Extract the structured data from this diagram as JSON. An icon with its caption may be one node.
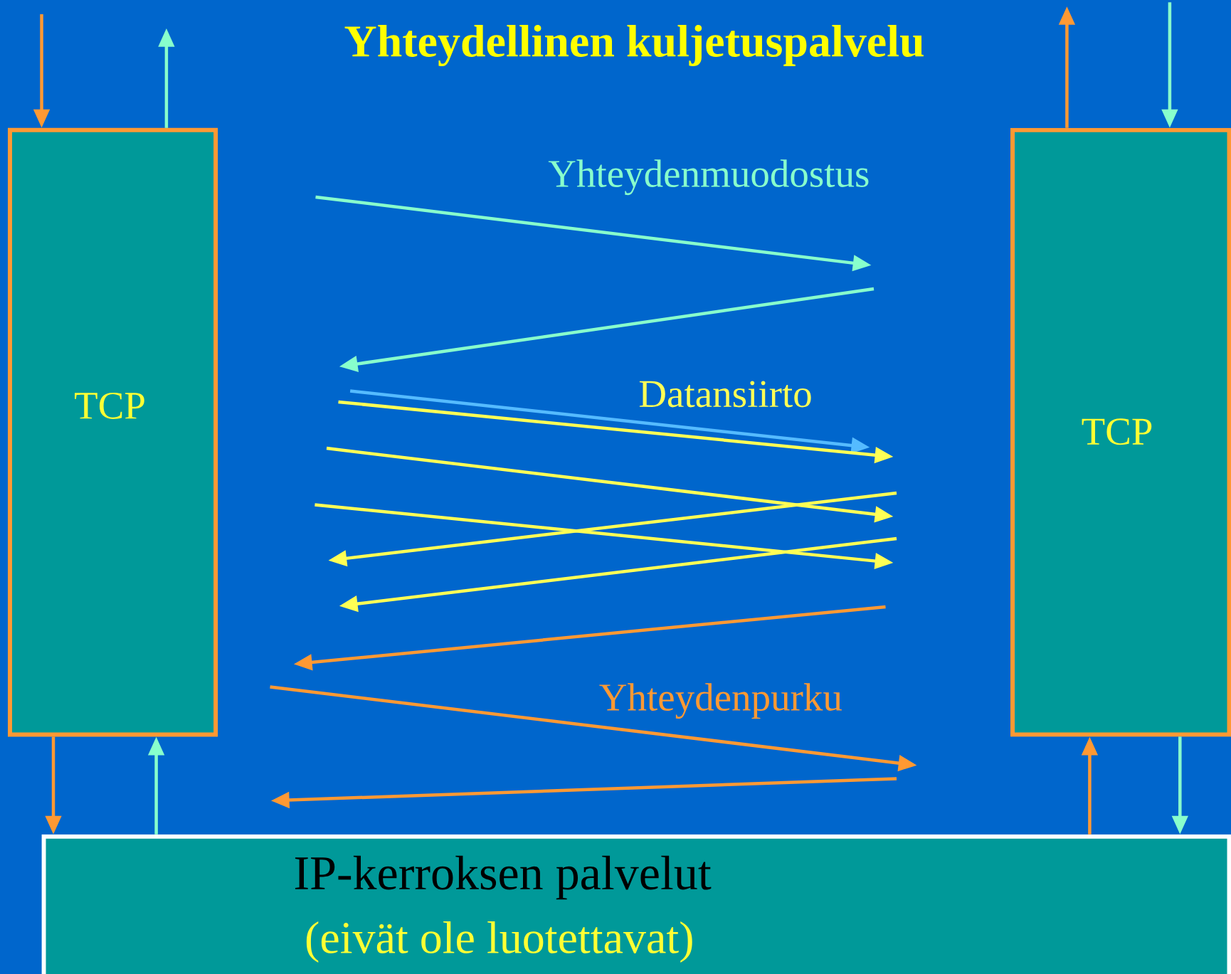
{
  "diagram": {
    "title": "Yhteydellinen kuljetuspalvelu",
    "nodes": [
      {
        "text": [
          "TCP"
        ]
      },
      {
        "text": [
          "TCP"
        ]
      },
      {
        "text": [
          "IP-kerroksen palvelut",
          "(eivät ole luotettavat)"
        ]
      }
    ],
    "edges": [
      {
        "from": null,
        "to": 0,
        "arrow": "to"
      },
      {
        "from": 0,
        "to": null,
        "arrow": "to",
        "color": "#88ffcc"
      },
      {
        "from": 1,
        "to": null,
        "arrow": "to"
      },
      {
        "from": null,
        "to": 1,
        "arrow": "to",
        "color": "#88ffcc"
      },
      {
        "from": 0,
        "to": 2,
        "arrow": "to"
      },
      {
        "from": 2,
        "to": 0,
        "arrow": "to",
        "color": "#88ffcc"
      },
      {
        "from": 2,
        "to": 1,
        "arrow": "to"
      },
      {
        "from": 1,
        "to": 2,
        "arrow": "to",
        "color": "#88ffcc"
      }
    ],
    "labels": [
      "Yhteydenmuodostus",
      "Datansiirto",
      "Yhteydenpurku"
    ]
  }
}
